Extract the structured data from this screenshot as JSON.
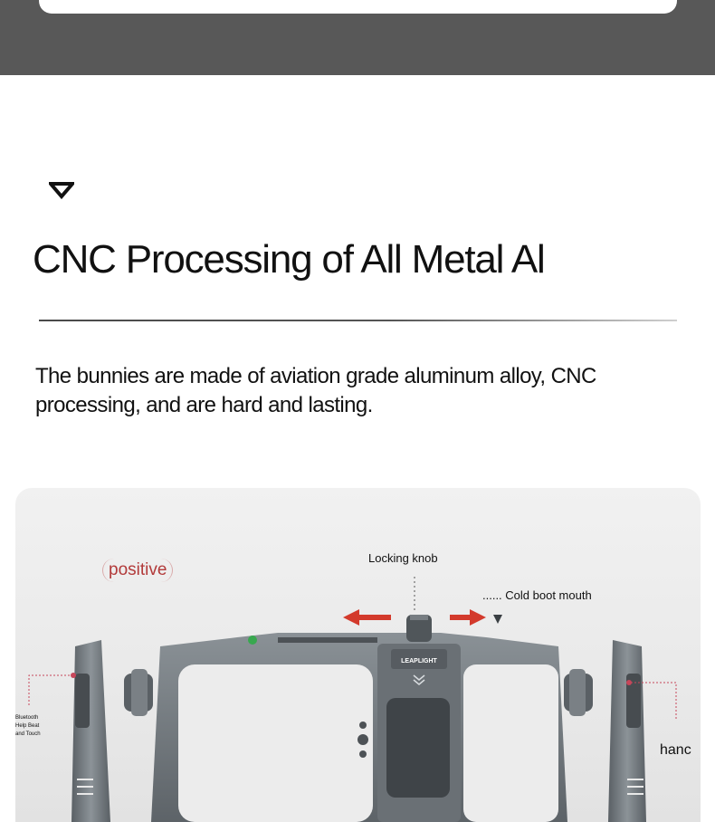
{
  "header": {
    "marker_icon": "triangle-down-icon"
  },
  "section": {
    "title": "CNC Processing of All Metal Al",
    "description": "The bunnies are made of aviation grade aluminum alloy, CNC processing, and are hard and lasting."
  },
  "product_image": {
    "labels": {
      "positive": "positive",
      "locking_knob": "Locking knob",
      "cold_boot_mouth": "...... Cold boot mouth",
      "hand": "hanc",
      "bluetooth": "Bluetooth Help Beat and Touch"
    },
    "brand": "LEAPLIGHT"
  },
  "colors": {
    "top_band": "#585858",
    "arrow": "#d33a2c",
    "cage_metal": "#6e7479"
  }
}
